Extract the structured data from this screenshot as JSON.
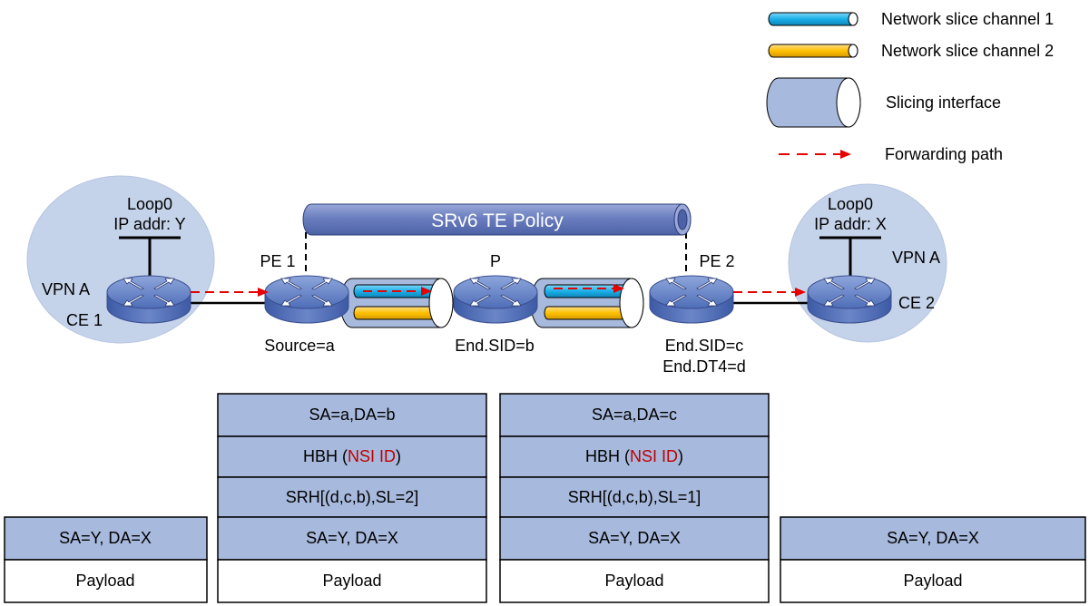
{
  "colors": {
    "slice_channel_1": "#1ab0e8",
    "slice_channel_2": "#ffc000",
    "slicing_interface": "#a7b9dc",
    "header_cell": "#a7b9dc",
    "payload_cell": "#ffffff",
    "forwarding_path": "#e60000",
    "vpn_cloud": "#c5d3ea",
    "policy_tube": "#6f82c2",
    "nsi_id_text": "#c00000"
  },
  "legend": {
    "slice_channel_1": "Network slice channel 1",
    "slice_channel_2": "Network slice channel 2",
    "slicing_interface": "Slicing interface",
    "forwarding_path": "Forwarding path"
  },
  "policy_label": "SRv6 TE Policy",
  "nodes": {
    "ce1": {
      "name": "CE 1",
      "vpn": "VPN A",
      "loop_name": "Loop0",
      "loop_ip": "IP addr: Y"
    },
    "ce2": {
      "name": "CE 2",
      "vpn": "VPN A",
      "loop_name": "Loop0",
      "loop_ip": "IP addr: X"
    },
    "pe1": {
      "name": "PE 1",
      "sid_1": "Source=a"
    },
    "p": {
      "name": "P",
      "sid_1": "End.SID=b"
    },
    "pe2": {
      "name": "PE 2",
      "sid_1": "End.SID=c",
      "sid_2": "End.DT4=d"
    }
  },
  "packets": {
    "ce1_pe1": {
      "ip": "SA=Y, DA=X",
      "payload": "Payload"
    },
    "pe1_p": {
      "outer": "SA=a,DA=b",
      "hbh_prefix": "HBH (",
      "hbh_nsi": "NSI ID",
      "hbh_suffix": ")",
      "srh": "SRH[(d,c,b),SL=2]",
      "ip": "SA=Y, DA=X",
      "payload": "Payload"
    },
    "p_pe2": {
      "outer": "SA=a,DA=c",
      "hbh_prefix": "HBH (",
      "hbh_nsi": "NSI ID",
      "hbh_suffix": ")",
      "srh": "SRH[(d,c,b),SL=1]",
      "ip": "SA=Y, DA=X",
      "payload": "Payload"
    },
    "pe2_ce2": {
      "ip": "SA=Y, DA=X",
      "payload": "Payload"
    }
  }
}
